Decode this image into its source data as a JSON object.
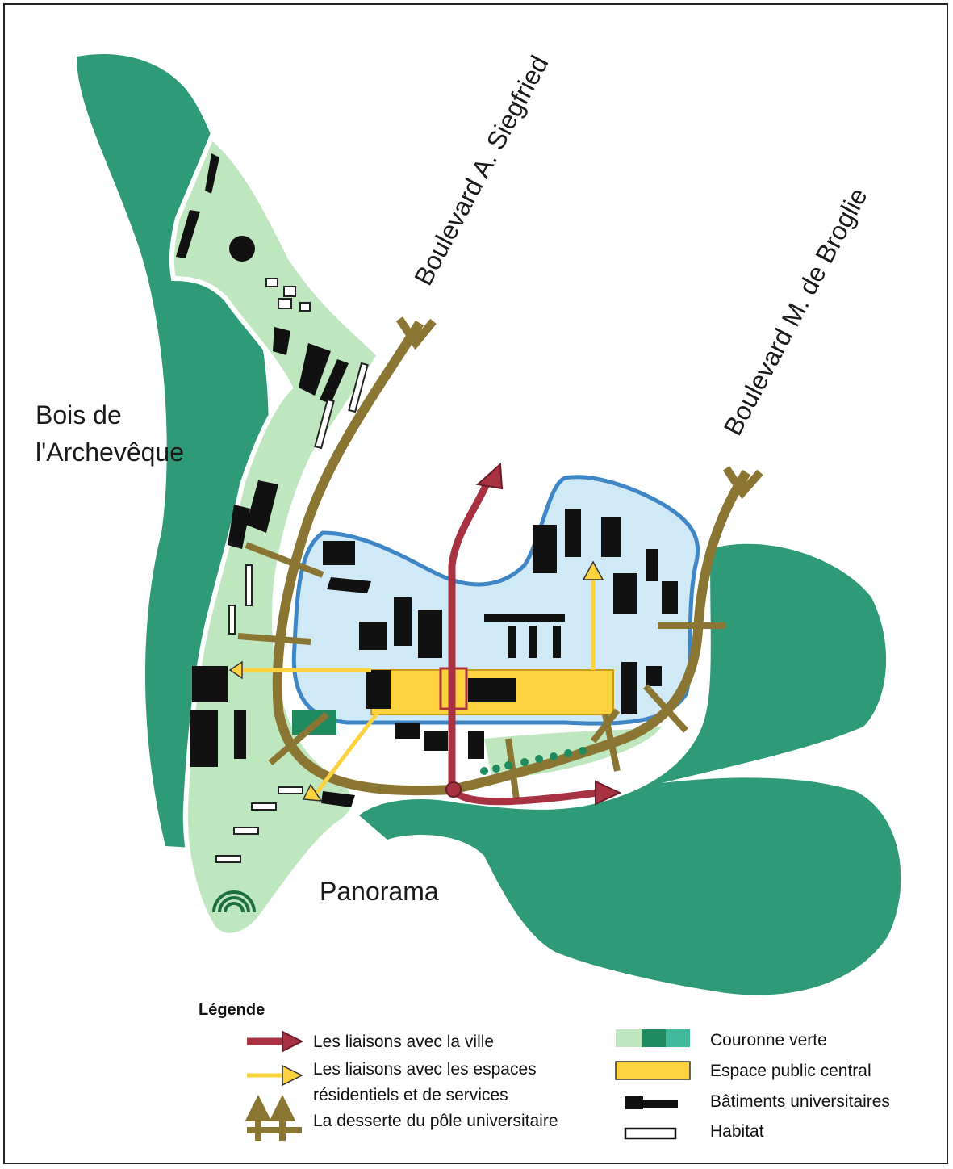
{
  "colors": {
    "green_dark": "#2f9a78",
    "green_light": "#bfe7bf",
    "green_mid": "#1f8b5e",
    "green_teal": "#3fb89b",
    "blue_light": "#cfe9f7",
    "blue_border": "#3f86c6",
    "yellow": "#fcd23f",
    "red_link": "#a83242",
    "olive_road": "#8a7632",
    "building": "#111111"
  },
  "labels": {
    "boulevard_siegfried": "Boulevard A. Siegfried",
    "boulevard_broglie": "Boulevard M. de Broglie",
    "bois_line1": "Bois de",
    "bois_line2": "l'Archevêque",
    "panorama": "Panorama"
  },
  "legend": {
    "title": "Légende",
    "items": [
      {
        "symbol": "red-arrow",
        "text": "Les liaisons avec la ville"
      },
      {
        "symbol": "yellow-arrow",
        "text_line1": "Les liaisons avec les espaces",
        "text_line2": "résidentiels et de services"
      },
      {
        "symbol": "olive-arrows",
        "text": "La desserte du pôle universitaire"
      },
      {
        "symbol": "green-swatch",
        "text": "Couronne verte"
      },
      {
        "symbol": "yellow-swatch",
        "text": "Espace public central"
      },
      {
        "symbol": "black-bar",
        "text": "Bâtiments universitaires"
      },
      {
        "symbol": "white-bar",
        "text": "Habitat"
      }
    ]
  }
}
